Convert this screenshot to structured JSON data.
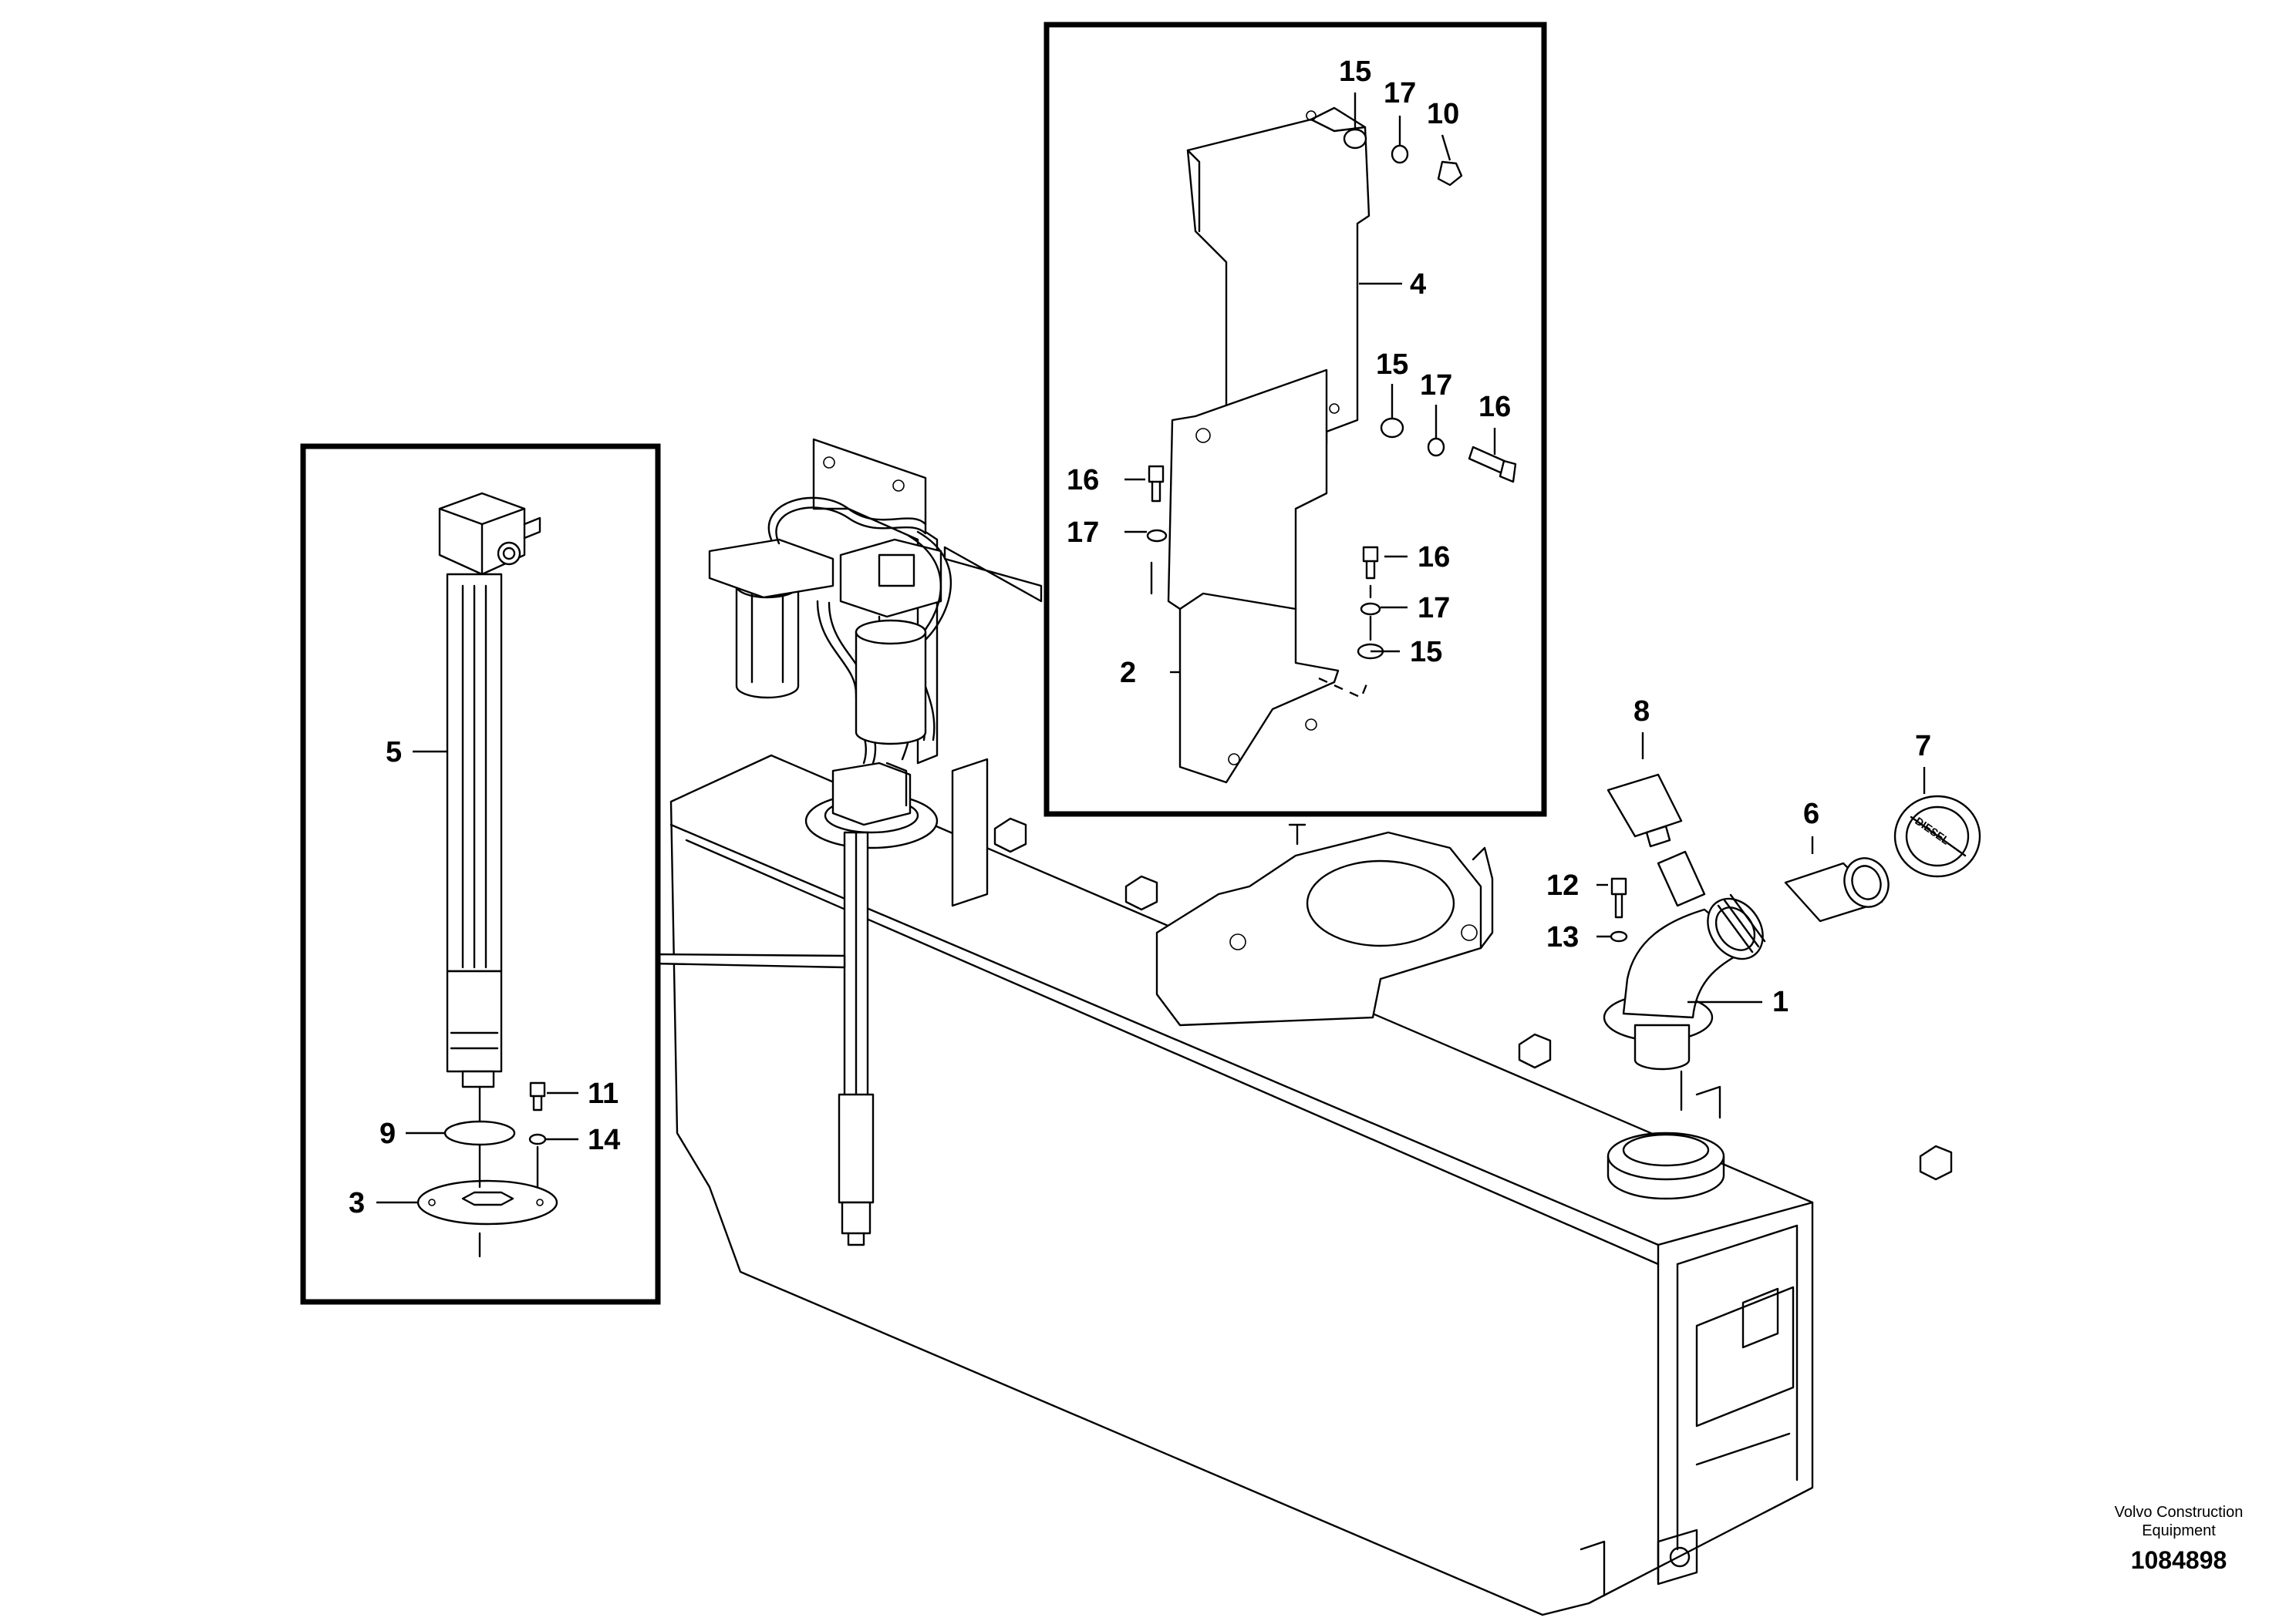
{
  "callouts": {
    "c1": "1",
    "c2": "2",
    "c3": "3",
    "c4": "4",
    "c5": "5",
    "c6": "6",
    "c7": "7",
    "c8": "8",
    "c9": "9",
    "c10": "10",
    "c11": "11",
    "c12": "12",
    "c13": "13",
    "c14": "14",
    "c15a": "15",
    "c15b": "15",
    "c15c": "15",
    "c16a": "16",
    "c16b": "16",
    "c16c": "16",
    "c17a": "17",
    "c17b": "17",
    "c17c": "17",
    "c17d": "17"
  },
  "cap_marking": "DIESEL",
  "credit": {
    "line1": "Volvo Construction",
    "line2": "Equipment",
    "drawing_number": "1084898"
  }
}
